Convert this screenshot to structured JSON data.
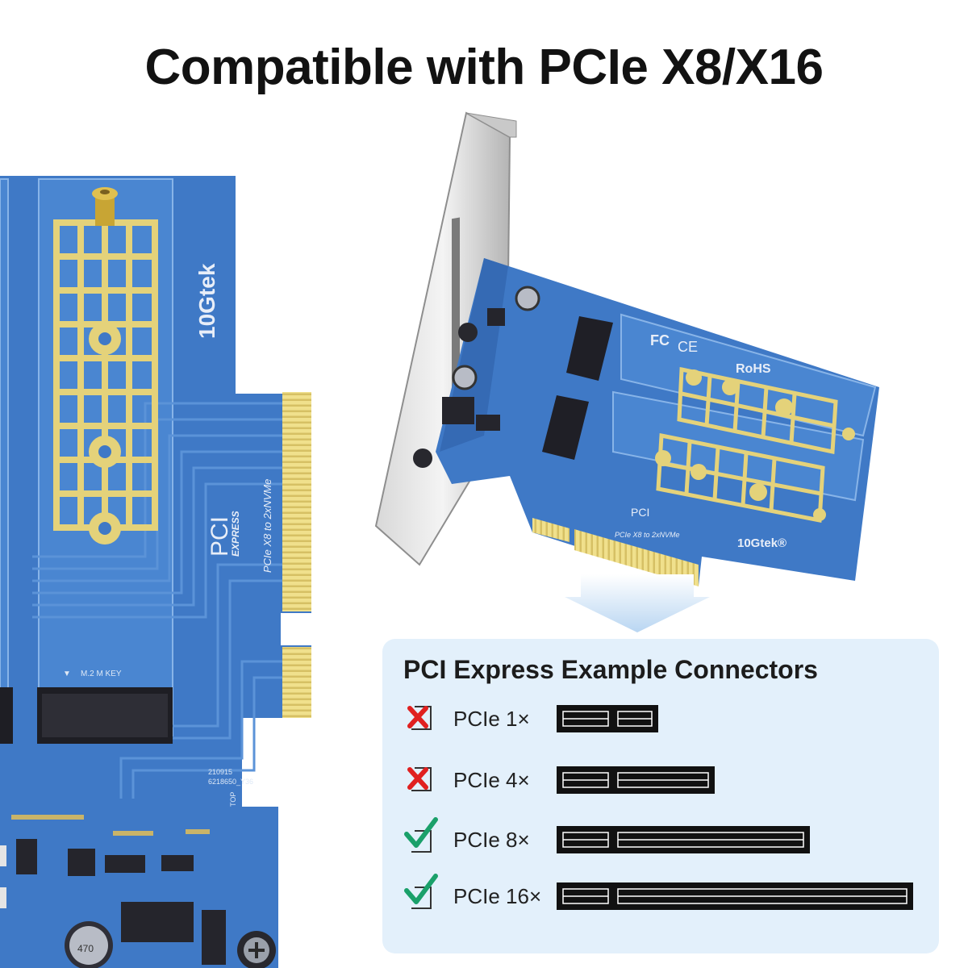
{
  "header": {
    "title": "Compatible with PCIe X8/X16"
  },
  "board": {
    "brand": "10Gtek",
    "brand_small": "10Gtek®",
    "model": "PCIe X8 to 2xNVMe",
    "pci_logo": "PCI",
    "pci_logo_sub": "EXPRESS",
    "key_label": "M.2 M KEY",
    "serial_1": "210915",
    "serial_2": "6218650_Y36",
    "top": "TOP",
    "cert": "RoHS",
    "fc": "FC",
    "ce": "CE",
    "cap_label": "470"
  },
  "connectors": {
    "title": "PCI Express Example Connectors",
    "rows": [
      {
        "label": "PCIe 1×",
        "compatible": false
      },
      {
        "label": "PCIe 4×",
        "compatible": false
      },
      {
        "label": "PCIe 8×",
        "compatible": true
      },
      {
        "label": "PCIe 16×",
        "compatible": true
      }
    ]
  },
  "colors": {
    "board_blue": "#3f79c6",
    "board_dark": "#2d5fa8",
    "gold": "#e4d27a",
    "cross": "#e02020",
    "check": "#1aa06a",
    "panel": "#e3f0fb"
  }
}
